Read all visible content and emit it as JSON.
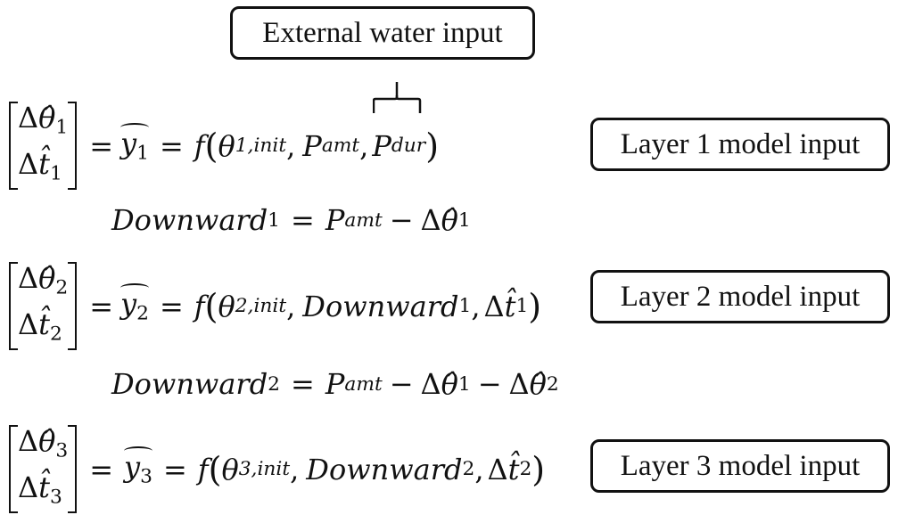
{
  "external_box": {
    "label": "External water input"
  },
  "layer_boxes": [
    {
      "label": "Layer 1 model input"
    },
    {
      "label": "Layer 2 model input"
    },
    {
      "label": "Layer 3 model input"
    }
  ],
  "equations": {
    "eq1": {
      "matrix_top": "Δθ̂₁",
      "matrix_bottom": "Δt̂₁",
      "rhs": "= ŷ₁ = f(θ1,init, Pamt, Pdur)"
    },
    "down1": "Downward₁ = Pamt − Δθ̂₁",
    "eq2": {
      "matrix_top": "Δθ̂₂",
      "matrix_bottom": "Δt̂₂",
      "rhs": "= ŷ₂ = f(θ2,init, Downward₁, Δt̂₁)"
    },
    "down2": "Downward₂ = Pamt − Δθ̂₁ − Δθ̂₂",
    "eq3": {
      "matrix_top": "Δθ̂₃",
      "matrix_bottom": "Δt̂₃",
      "rhs": "= ŷ₃ = f(θ3,init, Downward₂, Δt̂₂)"
    }
  },
  "symbols": {
    "delta": "Δ",
    "theta_hat": "θ̂",
    "t_hat": "t̂",
    "theta": "θ",
    "y": "y",
    "f": "f",
    "P": "P",
    "amt": "amt",
    "dur": "dur",
    "init": "init",
    "downward": "Downward",
    "eq": "=",
    "minus": "−",
    "comma": ",",
    "lparen": "(",
    "rparen": ")",
    "one": "1",
    "two": "2",
    "three": "3",
    "sub1init": "1,init",
    "sub2init": "2,init",
    "sub3init": "3,init"
  }
}
